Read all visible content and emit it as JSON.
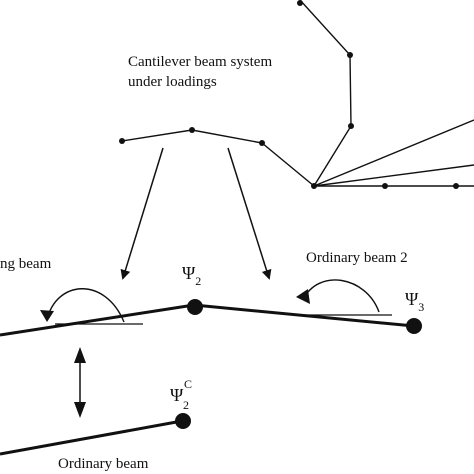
{
  "labels": {
    "system_line1": "Cantilever beam system",
    "system_line2": "under loadings",
    "left_beam_partial": "ng beam",
    "ordinary_beam_2": "Ordinary beam 2",
    "ordinary_beam": "Ordinary beam"
  },
  "symbols": {
    "psi": "Ψ",
    "sub_2": "2",
    "sub_3": "3",
    "sup_c": "C"
  },
  "colors": {
    "ink": "#111111",
    "background": "#ffffff"
  }
}
